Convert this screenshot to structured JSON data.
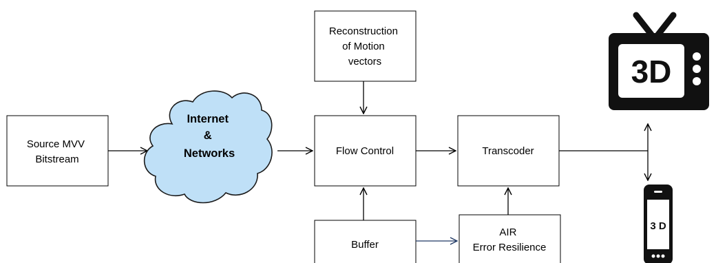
{
  "boxes": {
    "source": {
      "lines": [
        "Source MVV",
        "Bitstream"
      ]
    },
    "reconstruction": {
      "lines": [
        "Reconstruction",
        "of Motion",
        "vectors"
      ]
    },
    "flow_control": {
      "lines": [
        "Flow Control"
      ]
    },
    "transcoder": {
      "lines": [
        "Transcoder"
      ]
    },
    "buffer": {
      "lines": [
        "Buffer"
      ]
    },
    "air": {
      "lines": [
        "AIR",
        "Error Resilience"
      ]
    }
  },
  "cloud": {
    "lines": [
      "Internet",
      "&",
      "Networks"
    ],
    "fill": "#bfe0f7"
  },
  "tv": {
    "label": "3D"
  },
  "phone": {
    "label": "3 D"
  },
  "colors": {
    "buffer_arrow": "#1f3864",
    "line": "#000000"
  }
}
